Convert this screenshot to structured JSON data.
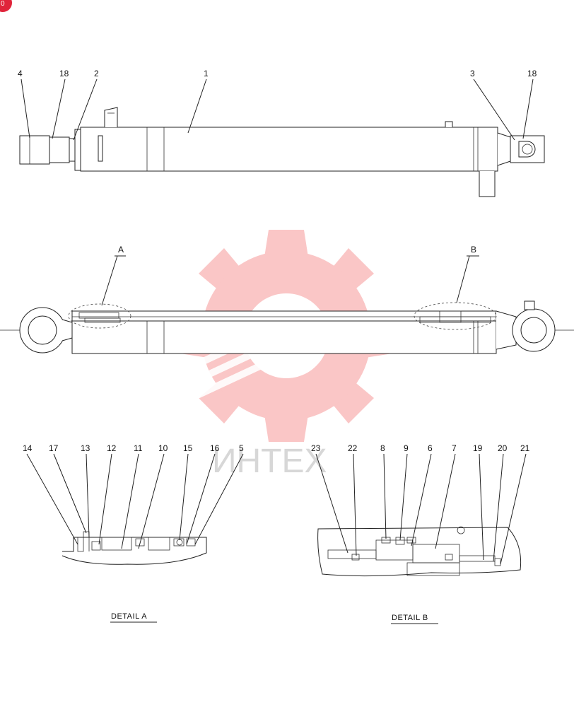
{
  "labels": {
    "top": [
      "4",
      "18",
      "2",
      "1",
      "3",
      "18"
    ],
    "mid": [
      "A",
      "B"
    ],
    "detail_a": [
      "14",
      "17",
      "13",
      "12",
      "11",
      "10",
      "15",
      "16",
      "5"
    ],
    "detail_b": [
      "23",
      "22",
      "8",
      "9",
      "6",
      "7",
      "19",
      "20",
      "21"
    ]
  },
  "captions": {
    "detail_a": "DETAIL  A",
    "detail_b": "DETAIL  B"
  },
  "watermark": {
    "text": "ИНТЕХ",
    "color": "#f26b6b"
  },
  "corner_badge": "0"
}
